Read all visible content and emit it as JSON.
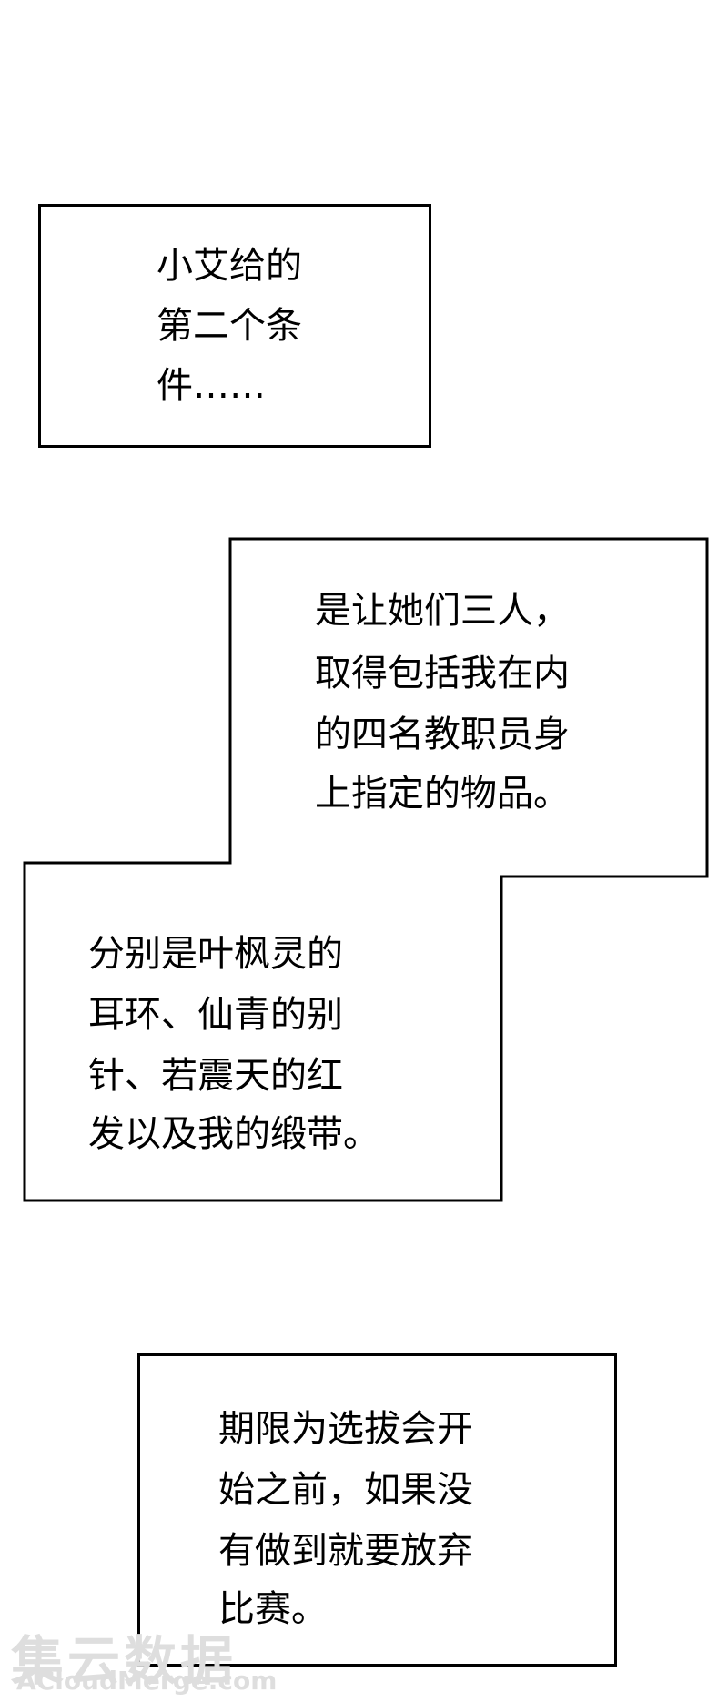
{
  "panels": [
    {
      "lines": [
        "小艾给的",
        "第二个条",
        "件……"
      ]
    },
    {
      "lines": [
        "是让她们三人，",
        "取得包括我在内",
        "的四名教职员身",
        "上指定的物品。"
      ]
    },
    {
      "lines": [
        "分别是叶枫灵的",
        "耳环、仙青的别",
        "针、若震天的红",
        "发以及我的缎带。"
      ]
    },
    {
      "lines": [
        "期限为选拔会开",
        "始之前，如果没",
        "有做到就要放弃",
        "比赛。"
      ]
    }
  ],
  "watermark": {
    "chinese": "集云数据",
    "english": "ACloudMerge.com"
  },
  "colors": {
    "background": "#ffffff",
    "border": "#000000",
    "text": "#000000",
    "watermark": "#dedede"
  }
}
